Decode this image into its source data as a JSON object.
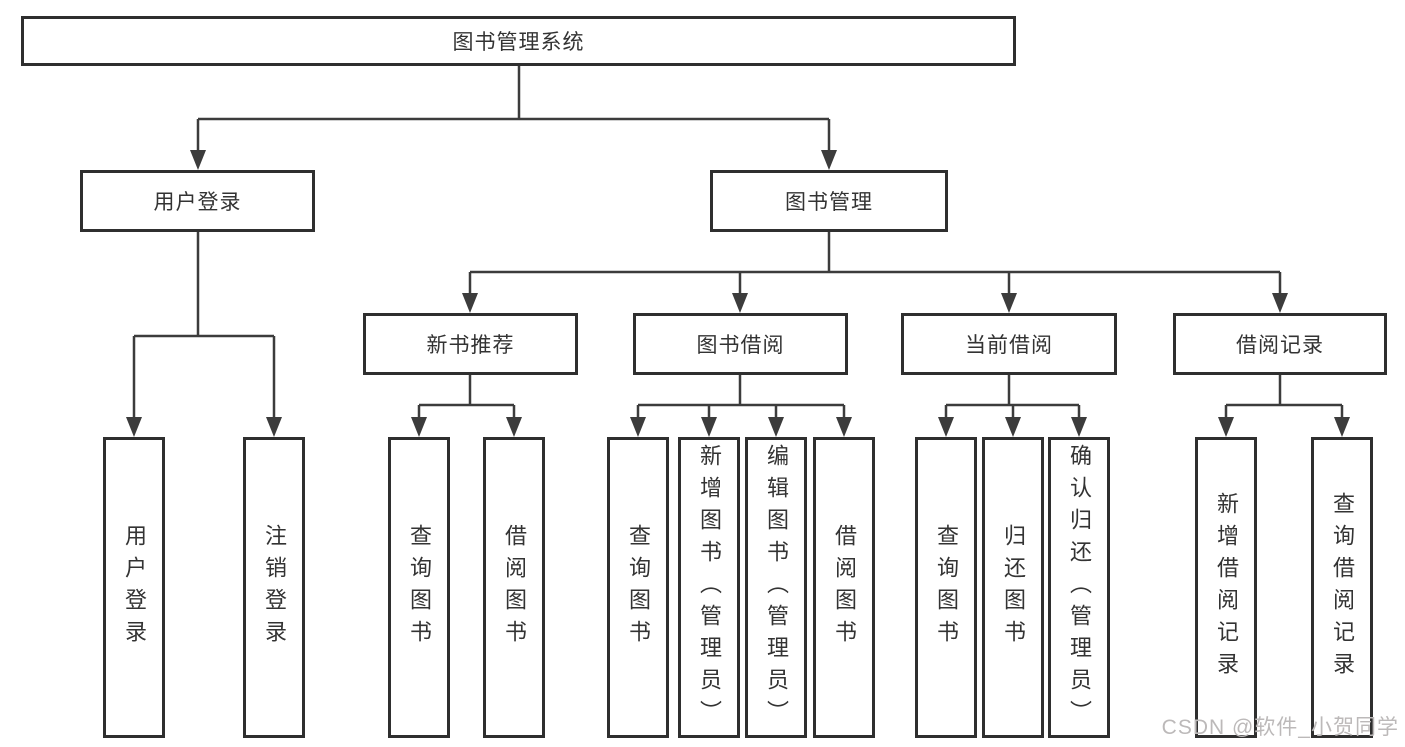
{
  "watermark": "CSDN @软件_小贺同学",
  "tree": {
    "root": {
      "label": "图书管理系统"
    },
    "level2": [
      {
        "id": "user-login",
        "label": "用户登录",
        "children": [
          "用户登录",
          "注销登录"
        ]
      },
      {
        "id": "book-management",
        "label": "图书管理"
      }
    ],
    "level3": [
      {
        "id": "new-book-recommendation",
        "label": "新书推荐",
        "children": [
          "查询图书",
          "借阅图书"
        ]
      },
      {
        "id": "book-borrowing",
        "label": "图书借阅",
        "children": [
          "查询图书",
          "新增图书（管理员）",
          "编辑图书（管理员）",
          "借阅图书"
        ]
      },
      {
        "id": "current-borrowing",
        "label": "当前借阅",
        "children": [
          "查询图书",
          "归还图书",
          "确认归还（管理员）"
        ]
      },
      {
        "id": "borrowing-records",
        "label": "借阅记录",
        "children": [
          "新增借阅记录",
          "查询借阅记录"
        ]
      }
    ]
  }
}
